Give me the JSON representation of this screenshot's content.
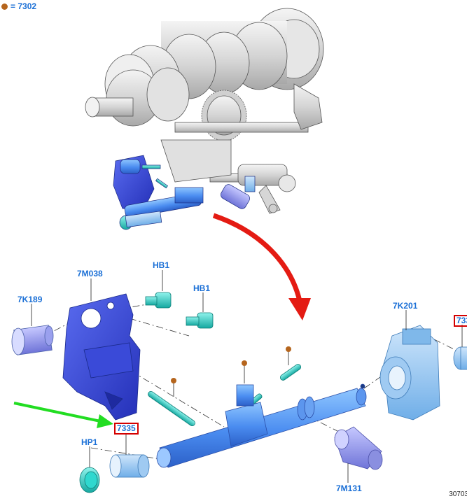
{
  "legend": {
    "marker_color": "#b5651d",
    "text": "= 7302"
  },
  "labels": {
    "p7M038": "7M038",
    "pHB1a": "HB1",
    "pHB1b": "HB1",
    "p7K189": "7K189",
    "p7K201": "7K201",
    "p7335_right": "733",
    "p7335_left": "7335",
    "pHP1": "HP1",
    "p7M131": "7M131"
  },
  "figure_id": "30703",
  "colors": {
    "part_blue": "#3c78e6",
    "part_dark_blue": "#2a3fd0",
    "part_light_blue": "#6faee8",
    "part_cyan": "#1ec8c0",
    "housing_gray": "#d8d8d8",
    "arrow_red": "#e41b13",
    "arrow_green": "#22dd22",
    "highlight_red": "#d40000"
  }
}
